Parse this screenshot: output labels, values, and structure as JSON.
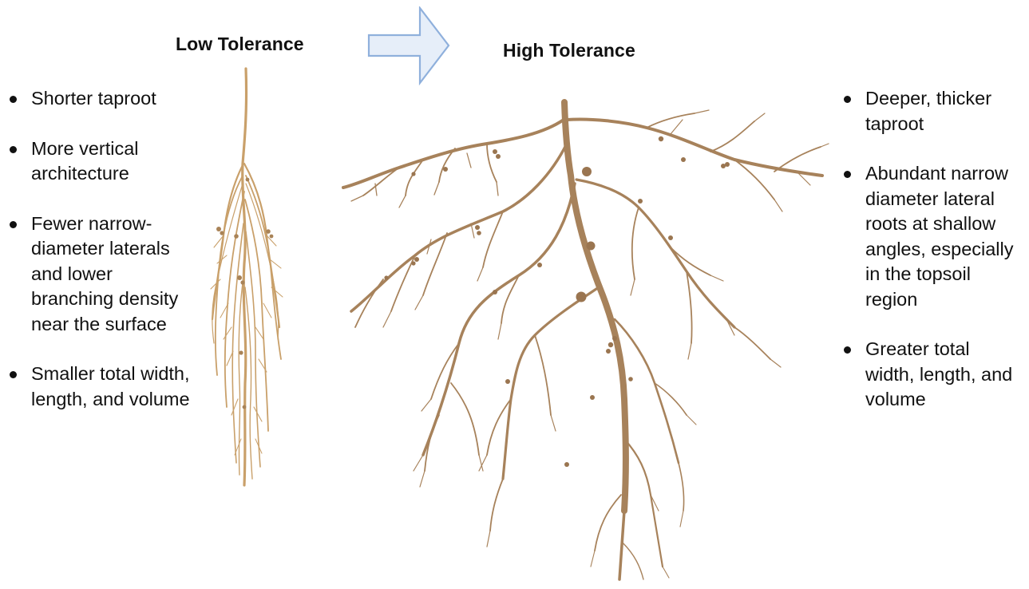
{
  "low": {
    "title": "Low Tolerance",
    "traits": [
      "Shorter taproot",
      "More vertical architecture",
      "Fewer narrow-diameter laterals and lower branching density near the surface",
      "Smaller total width, length, and volume"
    ]
  },
  "high": {
    "title": "High Tolerance",
    "traits": [
      "Deeper, thicker taproot",
      "Abundant narrow diameter lateral roots at shallow angles, especially in the topsoil region",
      "Greater total width, length, and volume"
    ]
  },
  "colors": {
    "root_low": "#c9a06a",
    "root_high": "#a7825b",
    "arrow_fill": "#e6eef9",
    "arrow_stroke": "#8fb0dc"
  },
  "icons": {
    "arrow": "right-arrow-icon",
    "root_low": "narrow-root-system",
    "root_high": "wide-root-system"
  }
}
